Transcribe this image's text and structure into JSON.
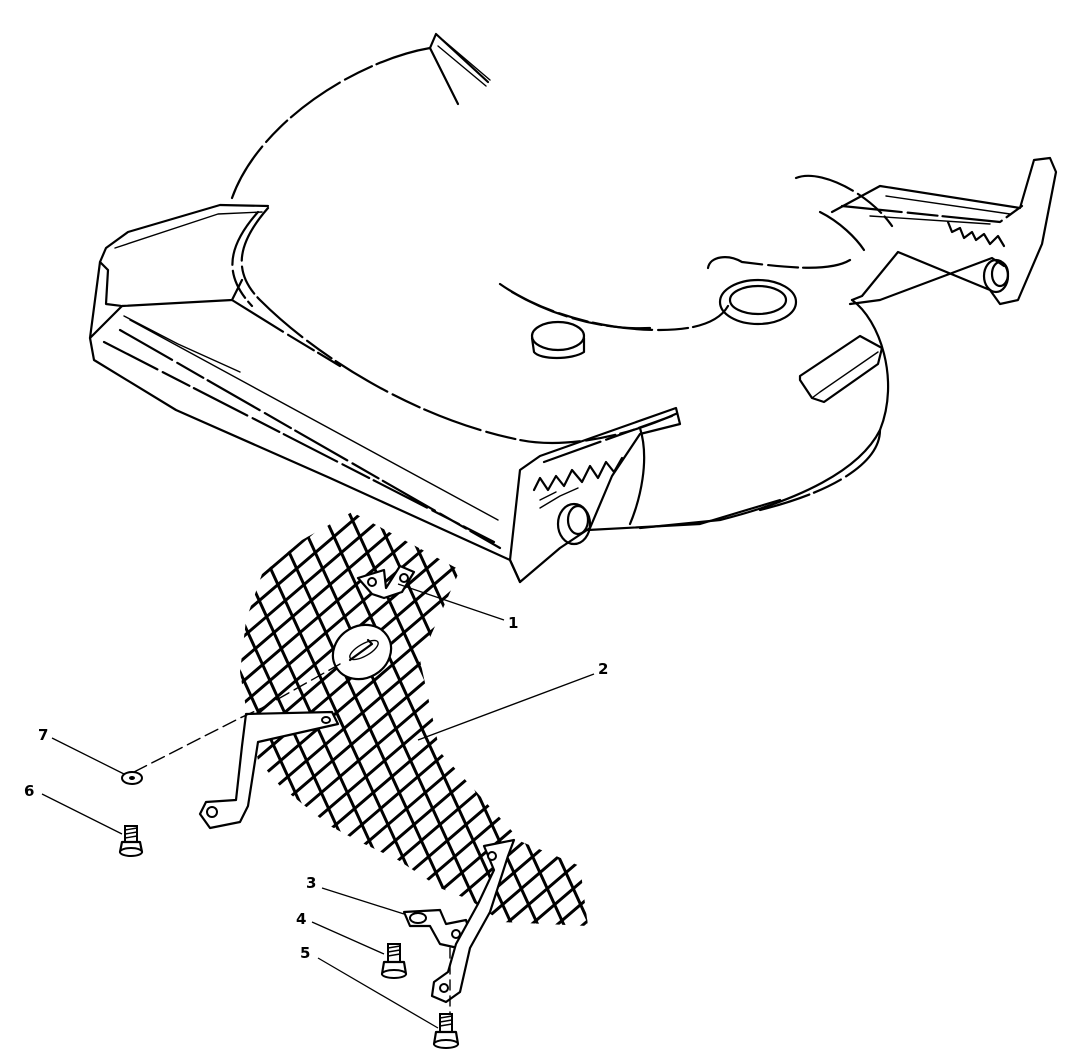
{
  "callouts": {
    "c1": "1",
    "c2": "2",
    "c3": "3",
    "c4": "4",
    "c5": "5",
    "c6": "6",
    "c7": "7"
  },
  "icons": {
    "housing": "mower-housing-icon",
    "screen": "wire-mesh-screen-icon",
    "bracket_top": "bracket-icon",
    "bracket_bottom": "bracket-icon",
    "screw": "screw-icon",
    "washer": "washer-icon"
  },
  "colors": {
    "line": "#000000",
    "background": "#ffffff"
  }
}
